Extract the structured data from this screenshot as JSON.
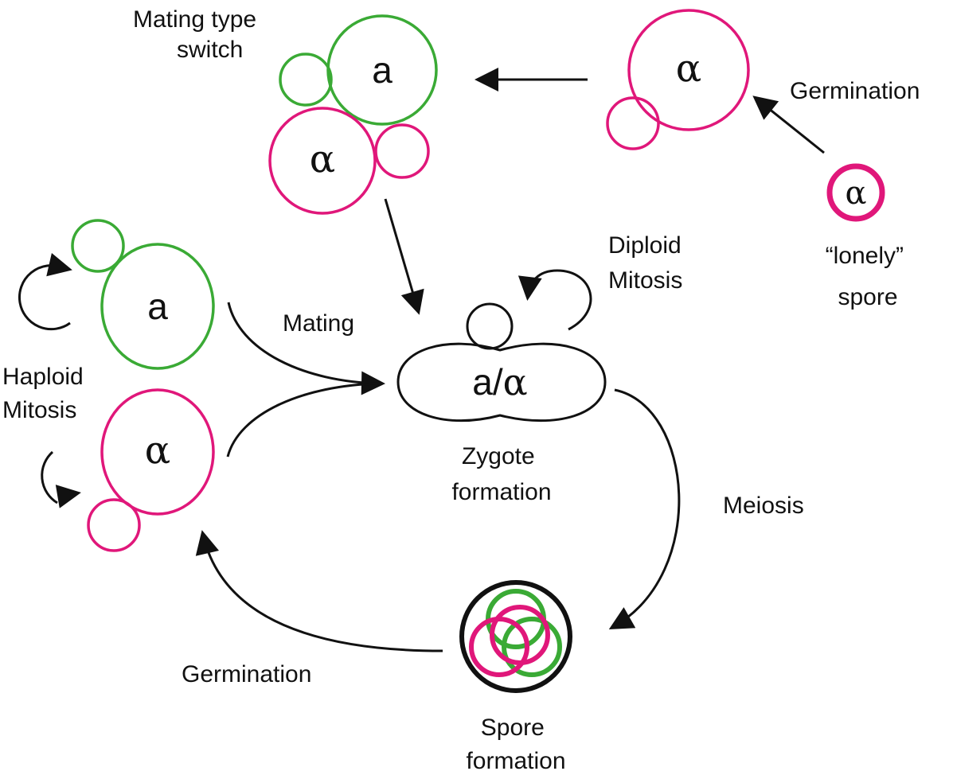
{
  "colors": {
    "a_type": "#3aaa35",
    "alpha_type": "#e0177a",
    "ink": "#111111"
  },
  "cells": {
    "a": "a",
    "alpha": "α",
    "diploid": "a/α"
  },
  "labels": {
    "mating_type_switch": [
      "Mating type",
      "switch"
    ],
    "germination_top": "Germination",
    "lonely_spore": [
      "“lonely”",
      "spore"
    ],
    "diploid_mitosis": [
      "Diploid",
      "Mitosis"
    ],
    "mating": "Mating",
    "haploid_mitosis": [
      "Haploid",
      "Mitosis"
    ],
    "zygote_formation": [
      "Zygote",
      "formation"
    ],
    "meiosis": "Meiosis",
    "germination_bottom": "Germination",
    "spore_formation": [
      "Spore",
      "formation"
    ]
  }
}
